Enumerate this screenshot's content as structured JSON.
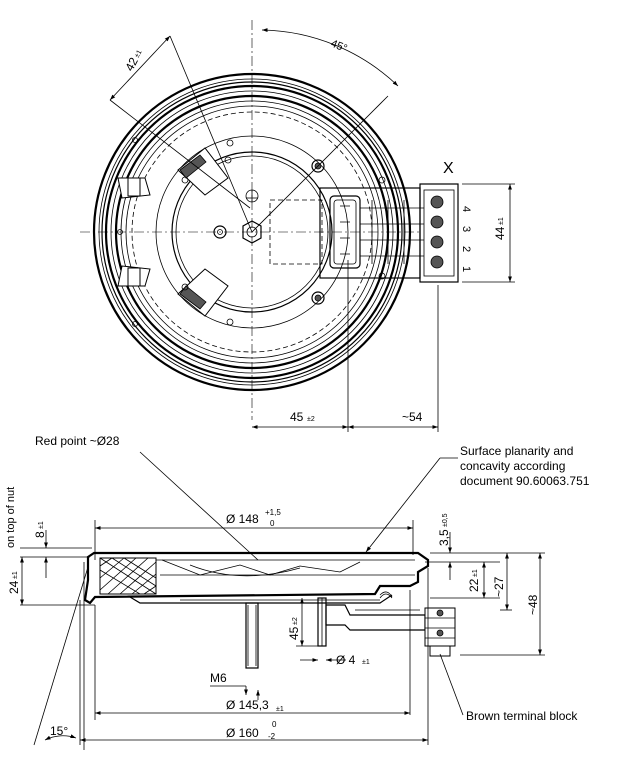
{
  "top_view": {
    "detail_label": "X",
    "angle_label": "45°",
    "dim_42": {
      "value": "42",
      "tol": "±1"
    },
    "dim_44": {
      "value": "44",
      "tol": "±1"
    },
    "dim_45": {
      "value": "45",
      "tol": "±2"
    },
    "dim_54": {
      "value": "~54"
    },
    "terminals": [
      "4",
      "3",
      "2",
      "1"
    ]
  },
  "side_view": {
    "red_point": "Red point ~Ø28",
    "surface_note": [
      "Surface planarity and",
      "concavity according",
      "document 90.60063.751"
    ],
    "on_top_of_nut": "on top of nut",
    "dim_8": {
      "value": "8",
      "tol": "±1"
    },
    "dim_24": {
      "value": "24",
      "tol": "±1"
    },
    "dim_148": {
      "value": "Ø 148",
      "tol_upper": "+1,5",
      "tol_lower": "0"
    },
    "dim_3_5": {
      "value": "3,5",
      "tol": "±0,5"
    },
    "dim_22": {
      "value": "22",
      "tol": "±1"
    },
    "dim_27": {
      "value": "~27"
    },
    "dim_48": {
      "value": "~48"
    },
    "dim_45_side": {
      "value": "45",
      "tol": "±2"
    },
    "dim_4": {
      "value": "Ø 4",
      "tol": "±1"
    },
    "thread": "M6",
    "dim_145": {
      "value": "Ø 145,3",
      "tol": "±1"
    },
    "dim_160": {
      "value": "Ø 160",
      "tol_upper": "0",
      "tol_lower": "-2"
    },
    "angle_15": "15°",
    "terminal_block": "Brown terminal block"
  }
}
